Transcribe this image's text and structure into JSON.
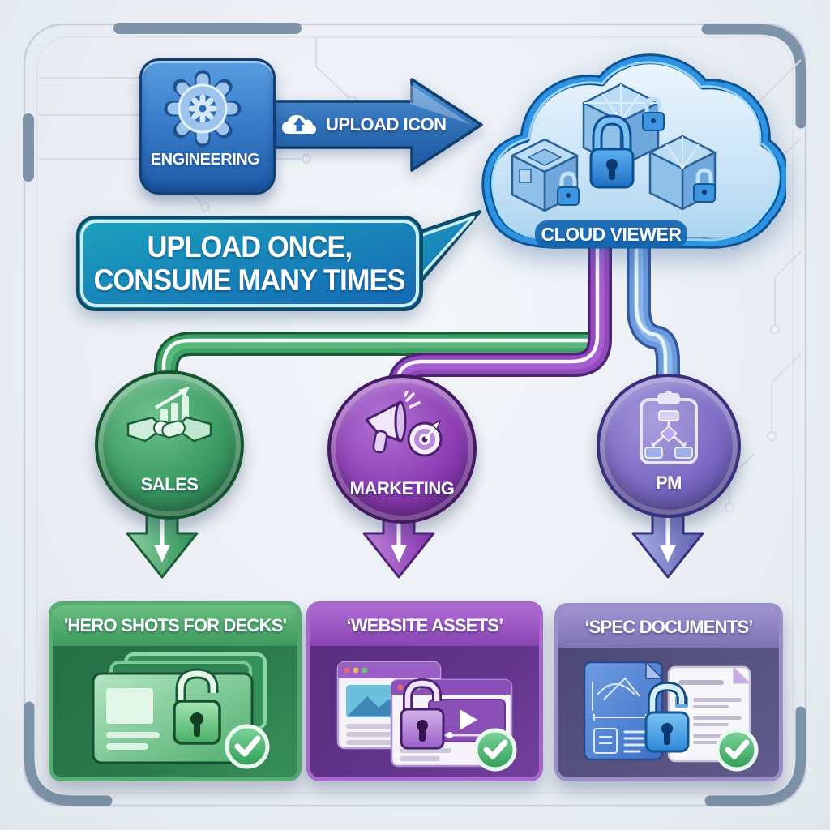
{
  "canvas": {
    "background": "#eef1f5",
    "frame_color": "#7e93a7",
    "trace_color": "#d7dde5"
  },
  "engineering": {
    "label": "ENGINEERING",
    "icon": "gear-icon",
    "color": "#2a6cb8"
  },
  "upload_arrow": {
    "label": "UPLOAD ICON",
    "icon": "cloud-upload-icon",
    "color": "#2f6fb5"
  },
  "cloud": {
    "label": "CLOUD VIEWER",
    "icons": [
      "cube-3d-icon",
      "cube-3d-icon",
      "cube-3d-icon",
      "padlock-icon"
    ],
    "border_color": "#1472c4",
    "fill_color": "#cfe7f8"
  },
  "banner": {
    "line1": "UPLOAD ONCE,",
    "line2": "CONSUME MANY TIMES",
    "gradient": [
      "#1ba3bd",
      "#1566b4"
    ]
  },
  "branches": [
    {
      "label": "SALES",
      "icon": "handshake-growth-icon",
      "color": "#2e8f55",
      "pipe_color": "#3ea265",
      "card": {
        "title": "'HERO SHOTS FOR DECKS'",
        "body_color": "#2a7a4c",
        "icons": [
          "slides-stack-icon",
          "open-padlock-icon",
          "check-badge-icon"
        ]
      }
    },
    {
      "label": "MARKETING",
      "icon": "megaphone-target-icon",
      "color": "#8c3cb2",
      "pipe_color": "#9149bc",
      "card": {
        "title": "‘WEBSITE ASSETS’",
        "body_color": "#63348c",
        "icons": [
          "browser-windows-icon",
          "open-padlock-icon",
          "check-badge-icon"
        ]
      }
    },
    {
      "label": "PM",
      "icon": "clipboard-flowchart-icon",
      "color": "#7a69c2",
      "pipe_color": "#6b9add",
      "card": {
        "title": "‘SPEC DOCUMENTS’",
        "body_color": "#57527f",
        "icons": [
          "blueprint-document-icon",
          "open-padlock-icon",
          "check-badge-icon"
        ]
      }
    }
  ],
  "status": {
    "check_color": "#2f9e58"
  }
}
